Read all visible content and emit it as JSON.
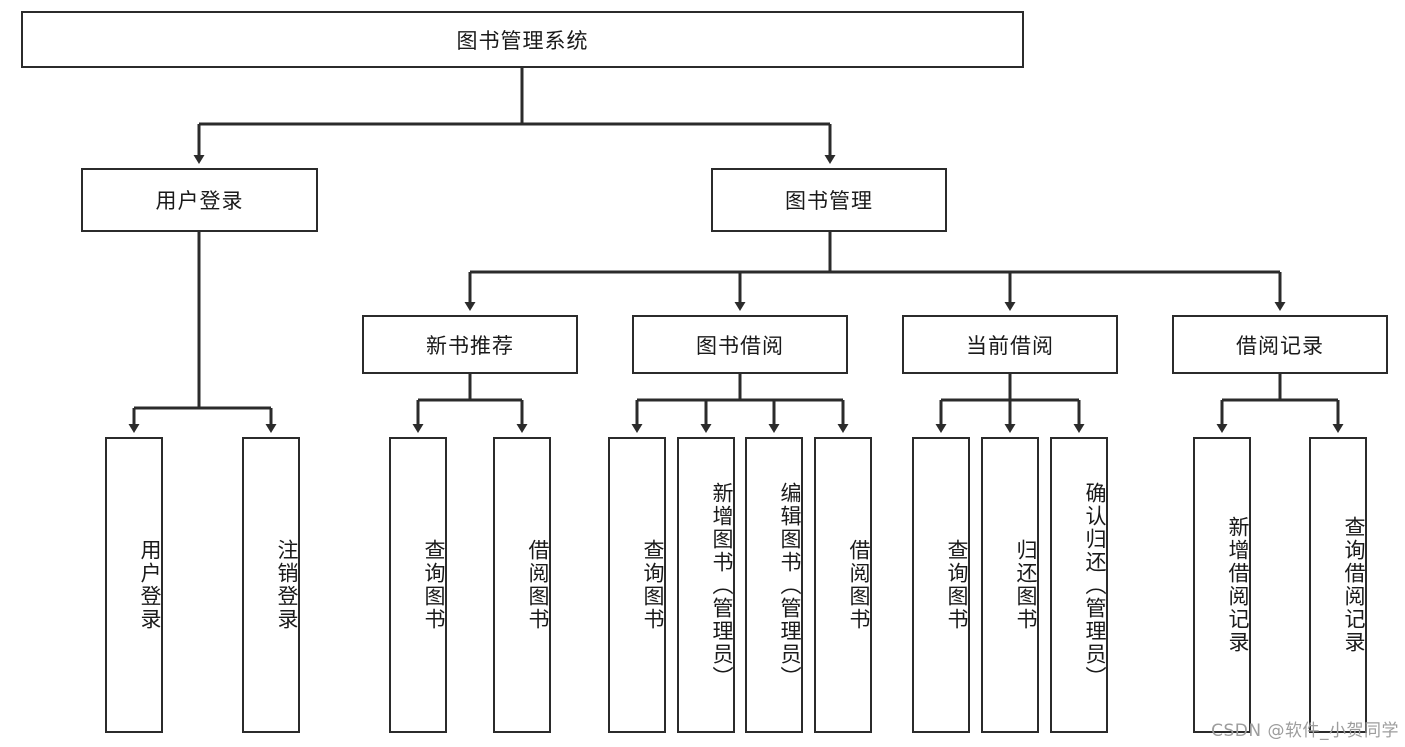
{
  "diagram": {
    "title": "图书管理系统",
    "type": "hierarchy-tree",
    "root": {
      "label": "图书管理系统",
      "name": "node-root-system"
    },
    "level2": [
      {
        "label": "用户登录",
        "name": "node-user-login"
      },
      {
        "label": "图书管理",
        "name": "node-book-management"
      }
    ],
    "level3": [
      {
        "label": "新书推荐",
        "name": "node-new-book-recommend"
      },
      {
        "label": "图书借阅",
        "name": "node-book-borrow"
      },
      {
        "label": "当前借阅",
        "name": "node-current-borrow"
      },
      {
        "label": "借阅记录",
        "name": "node-borrow-record"
      }
    ],
    "leaves": {
      "user_login": [
        {
          "label": "用户登录",
          "name": "leaf-user-login"
        },
        {
          "label": "注销登录",
          "name": "leaf-logout"
        }
      ],
      "new_book_recommend": [
        {
          "label": "查询图书",
          "name": "leaf-query-book-1"
        },
        {
          "label": "借阅图书",
          "name": "leaf-borrow-book-1"
        }
      ],
      "book_borrow": [
        {
          "label": "查询图书",
          "name": "leaf-query-book-2"
        },
        {
          "label": "新增图书（管理员）",
          "name": "leaf-add-book-admin"
        },
        {
          "label": "编辑图书（管理员）",
          "name": "leaf-edit-book-admin"
        },
        {
          "label": "借阅图书",
          "name": "leaf-borrow-book-2"
        }
      ],
      "current_borrow": [
        {
          "label": "查询图书",
          "name": "leaf-query-book-3"
        },
        {
          "label": "归还图书",
          "name": "leaf-return-book"
        },
        {
          "label": "确认归还（管理员）",
          "name": "leaf-confirm-return-admin"
        }
      ],
      "borrow_record": [
        {
          "label": "新增借阅记录",
          "name": "leaf-add-borrow-record"
        },
        {
          "label": "查询借阅记录",
          "name": "leaf-query-borrow-record"
        }
      ]
    },
    "watermark": "CSDN @软件_小贺同学",
    "colors": {
      "box_border": "#2b2b2b",
      "box_fill": "#ffffff",
      "connector": "#2b2b2b",
      "text": "#1a1a1a",
      "watermark": "#9d9d9d",
      "background": "#ffffff"
    }
  }
}
